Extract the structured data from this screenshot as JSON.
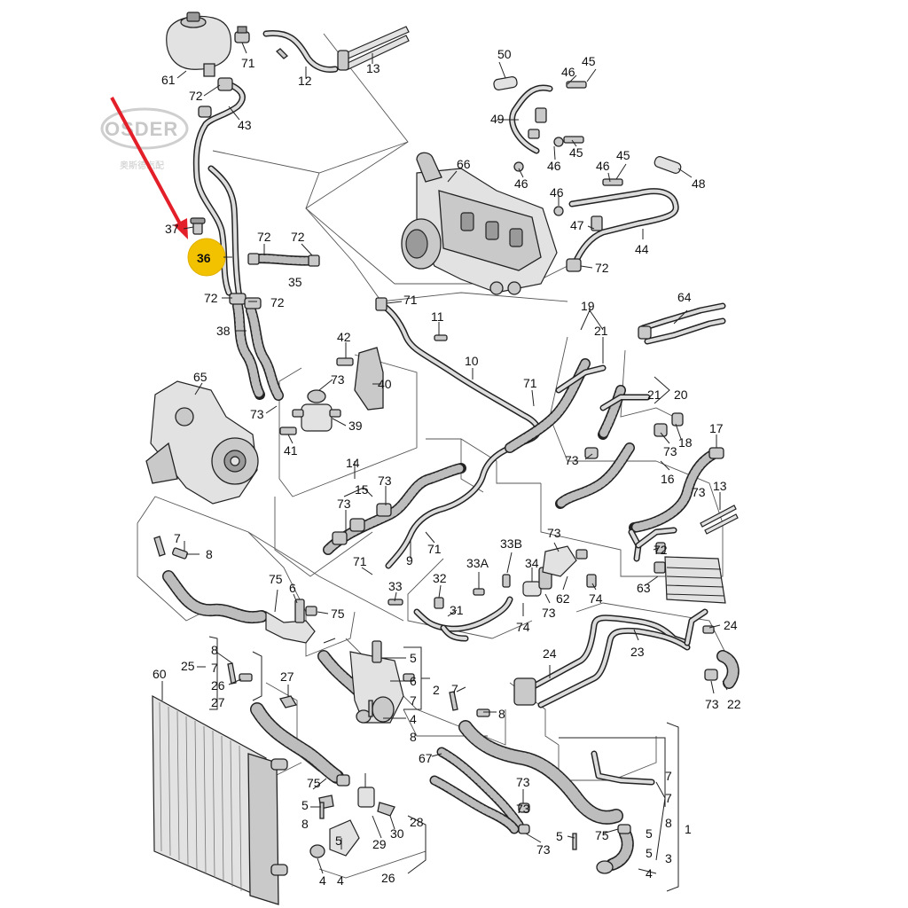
{
  "watermark": {
    "brand": "OSDER",
    "subtitle": "奥斯德汽配"
  },
  "highlight": {
    "label": "36",
    "fill_color": "#f2c200",
    "arrow_color": "#e3202a"
  },
  "labels": {
    "l1": "1",
    "l2": "2",
    "l3": "3",
    "l4a": "4",
    "l4b": "4",
    "l4c": "4",
    "l4d": "4",
    "l5a": "5",
    "l5b": "5",
    "l5c": "5",
    "l5d": "5",
    "l5e": "5",
    "l5f": "5",
    "l6a": "6",
    "l6b": "6",
    "l7a": "7",
    "l7b": "7",
    "l7c": "7",
    "l7d": "7",
    "l7e": "7",
    "l7f": "7",
    "l8a": "8",
    "l8b": "8",
    "l8c": "8",
    "l8d": "8",
    "l8e": "8",
    "l8f": "8",
    "l9": "9",
    "l10": "10",
    "l11": "11",
    "l12": "12",
    "l13a": "13",
    "l13b": "13",
    "l14": "14",
    "l15": "15",
    "l16": "16",
    "l17": "17",
    "l18": "18",
    "l19": "19",
    "l20": "20",
    "l21a": "21",
    "l21b": "21",
    "l22": "22",
    "l23": "23",
    "l24a": "24",
    "l24b": "24",
    "l25": "25",
    "l26a": "26",
    "l26b": "26",
    "l27a": "27",
    "l27b": "27",
    "l28": "28",
    "l29": "29",
    "l30": "30",
    "l31": "31",
    "l32": "32",
    "l33": "33",
    "l33a": "33A",
    "l33b": "33B",
    "l34": "34",
    "l35": "35",
    "l37": "37",
    "l38": "38",
    "l39": "39",
    "l40": "40",
    "l41": "41",
    "l42": "42",
    "l43": "43",
    "l44": "44",
    "l45a": "45",
    "l45b": "45",
    "l45c": "45",
    "l46a": "46",
    "l46b": "46",
    "l46c": "46",
    "l46d": "46",
    "l46e": "46",
    "l47": "47",
    "l48": "48",
    "l49": "49",
    "l50": "50",
    "l60": "60",
    "l61": "61",
    "l62": "62",
    "l63": "63",
    "l64": "64",
    "l65": "65",
    "l66": "66",
    "l67": "67",
    "l71a": "71",
    "l71b": "71",
    "l71c": "71",
    "l71d": "71",
    "l71e": "71",
    "l72a": "72",
    "l72b": "72",
    "l72c": "72",
    "l72d": "72",
    "l72e": "72",
    "l72f": "72",
    "l72g": "72",
    "l73a": "73",
    "l73b": "73",
    "l73c": "73",
    "l73d": "73",
    "l73e": "73",
    "l73f": "73",
    "l73g": "73",
    "l73h": "73",
    "l73i": "73",
    "l73j": "73",
    "l73k": "73",
    "l73l": "73",
    "l73m": "73",
    "l74a": "74",
    "l74b": "74",
    "l75a": "75",
    "l75b": "75",
    "l75c": "75",
    "l75d": "75"
  }
}
